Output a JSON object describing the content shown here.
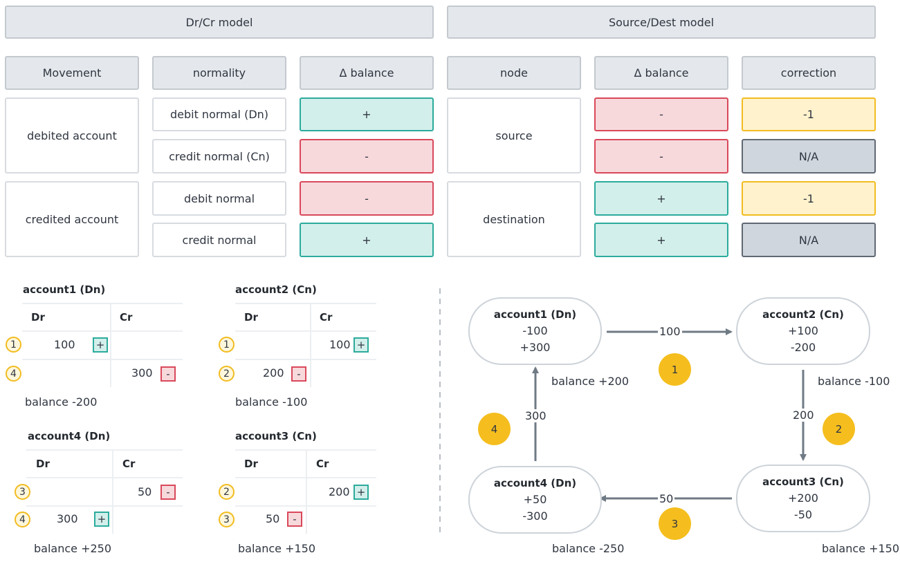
{
  "drcr": {
    "title": "Dr/Cr model",
    "headers": [
      "Movement",
      "normality",
      "Δ balance"
    ],
    "movements": [
      "debited account",
      "credited account"
    ],
    "normality": [
      "debit normal (Dn)",
      "credit normal (Cn)",
      "debit normal",
      "credit normal"
    ],
    "delta": [
      "+",
      "-",
      "-",
      "+"
    ]
  },
  "srcdest": {
    "title": "Source/Dest model",
    "headers": [
      "node",
      "Δ balance",
      "correction"
    ],
    "nodes": [
      "source",
      "destination"
    ],
    "delta": [
      "-",
      "-",
      "+",
      "+"
    ],
    "correction": [
      "-1",
      "N/A",
      "-1",
      "N/A"
    ]
  },
  "ledgers": {
    "dr": "Dr",
    "cr": "Cr",
    "account1": {
      "title": "account1 (Dn)",
      "balance": "balance -200",
      "rows": [
        {
          "step": "1",
          "dr": "100",
          "dr_sign": "+",
          "cr": "",
          "cr_sign": ""
        },
        {
          "step": "4",
          "dr": "",
          "dr_sign": "",
          "cr": "300",
          "cr_sign": "-"
        }
      ]
    },
    "account2": {
      "title": "account2 (Cn)",
      "balance": "balance -100",
      "rows": [
        {
          "step": "1",
          "dr": "",
          "cr": "100",
          "cr_sign": "+"
        },
        {
          "step": "2",
          "dr": "200",
          "dr_sign": "-",
          "cr": ""
        }
      ]
    },
    "account4": {
      "title": "account4 (Dn)",
      "balance": "balance +250",
      "rows": [
        {
          "step": "3",
          "dr": "",
          "cr": "50",
          "cr_sign": "-"
        },
        {
          "step": "4",
          "dr": "300",
          "dr_sign": "+",
          "cr": ""
        }
      ]
    },
    "account3": {
      "title": "account3 (Cn)",
      "balance": "balance +150",
      "rows": [
        {
          "step": "2",
          "dr": "",
          "cr": "200",
          "cr_sign": "+"
        },
        {
          "step": "3",
          "dr": "50",
          "dr_sign": "-",
          "cr": ""
        }
      ]
    }
  },
  "graph": {
    "nodes": {
      "account1": {
        "title": "account1 (Dn)",
        "line1": "-100",
        "line2": "+300",
        "balance": "balance +200"
      },
      "account2": {
        "title": "account2 (Cn)",
        "line1": "+100",
        "line2": "-200",
        "balance": "balance -100"
      },
      "account3": {
        "title": "account3 (Cn)",
        "line1": "+200",
        "line2": "-50",
        "balance": "balance +150"
      },
      "account4": {
        "title": "account4 (Dn)",
        "line1": "+50",
        "line2": "-300",
        "balance": "balance -250"
      }
    },
    "edges": {
      "e1": "100",
      "e2": "200",
      "e3": "50",
      "e4": "300"
    },
    "steps": {
      "s1": "1",
      "s2": "2",
      "s3": "3",
      "s4": "4"
    }
  },
  "colors": {
    "positive": "#2bab9c",
    "negative": "#d9485a",
    "correction": "#f2bc20",
    "na": "#5f6873",
    "arrow": "#6f7a84"
  }
}
